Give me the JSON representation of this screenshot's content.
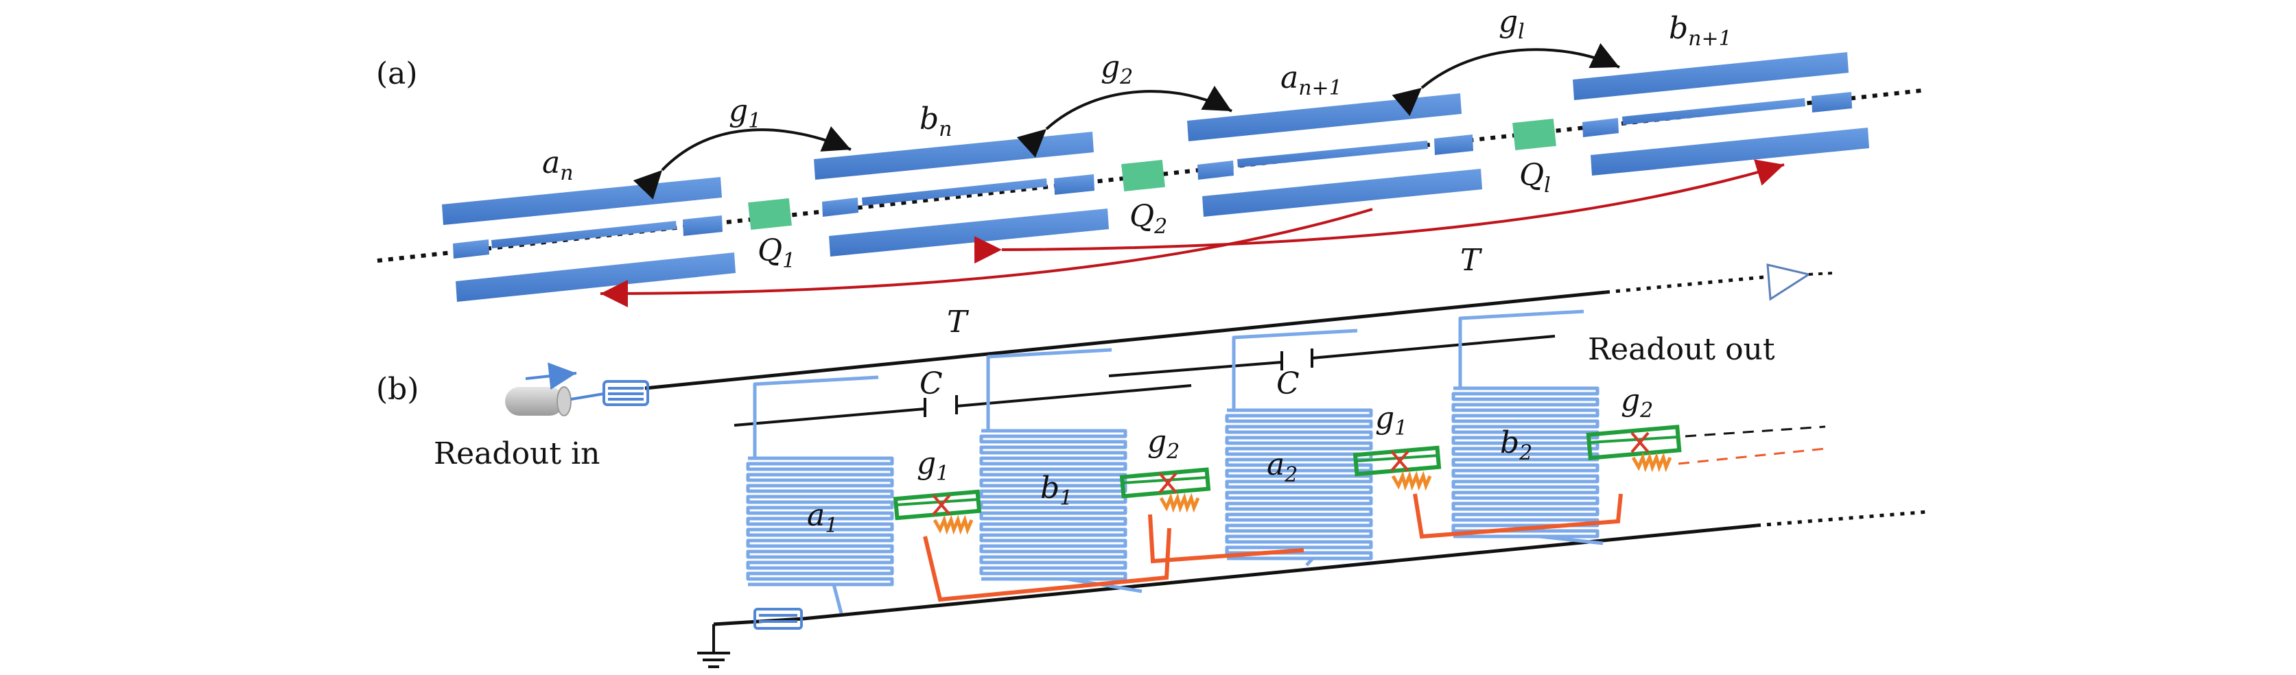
{
  "panel_a": {
    "label": "(a)",
    "resonators": [
      {
        "base": "a",
        "sub": "n"
      },
      {
        "base": "b",
        "sub": "n"
      },
      {
        "base": "a",
        "sub": "n+1"
      },
      {
        "base": "b",
        "sub": "n+1"
      }
    ],
    "qubits": [
      {
        "base": "Q",
        "sub": "1"
      },
      {
        "base": "Q",
        "sub": "2"
      },
      {
        "base": "Q",
        "sub": "l"
      }
    ],
    "couplings": [
      {
        "base": "g",
        "sub": "1"
      },
      {
        "base": "g",
        "sub": "2"
      },
      {
        "base": "g",
        "sub": "l"
      }
    ],
    "transmission_label": "T"
  },
  "panel_b": {
    "label": "(b)",
    "transmission_label": "T",
    "readout_in": "Readout in",
    "readout_out": "Readout out",
    "capacitor_label": "C",
    "resonators": [
      {
        "base": "a",
        "sub": "1"
      },
      {
        "base": "b",
        "sub": "1"
      },
      {
        "base": "a",
        "sub": "2"
      },
      {
        "base": "b",
        "sub": "2"
      }
    ],
    "couplings": [
      {
        "base": "g",
        "sub": "1"
      },
      {
        "base": "g",
        "sub": "2"
      },
      {
        "base": "g",
        "sub": "1"
      },
      {
        "base": "g",
        "sub": "2"
      }
    ]
  },
  "colors": {
    "resonator_blue": "#4f86d6",
    "meander_blue": "#7aa8e8",
    "qubit_green": "#55c48f",
    "arrow_red": "#c0141b",
    "coupler_green": "#1f9e3a",
    "junction_red": "#d43a2a",
    "squid_orange": "#f08a28",
    "line_orange": "#ee5a2a",
    "black": "#111111"
  }
}
